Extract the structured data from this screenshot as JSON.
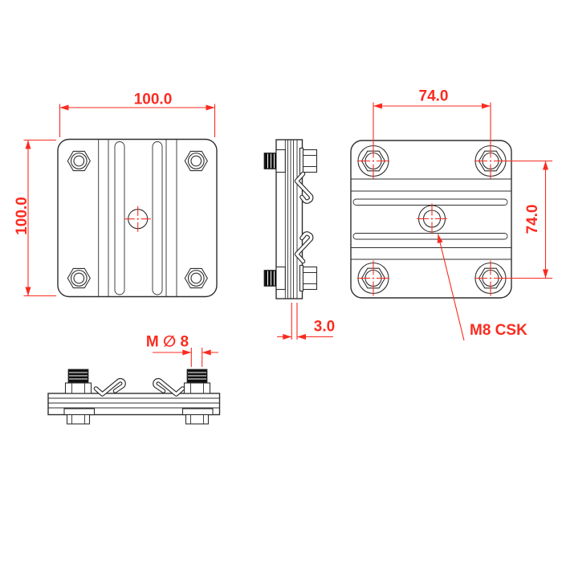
{
  "drawing": {
    "background_color": "#ffffff",
    "geometry_color": "#2f2f2f",
    "dimension_color": "#fb2b20",
    "views": {
      "front": {
        "width_dim": "100.0",
        "height_dim": "100.0"
      },
      "side": {
        "thickness_dim": "3.0"
      },
      "back": {
        "hole_pitch_horizontal": "74.0",
        "hole_pitch_vertical": "74.0",
        "center_hole_note": "M8 CSK"
      },
      "bottom": {
        "thread_dim": "M ∅ 8"
      }
    }
  }
}
